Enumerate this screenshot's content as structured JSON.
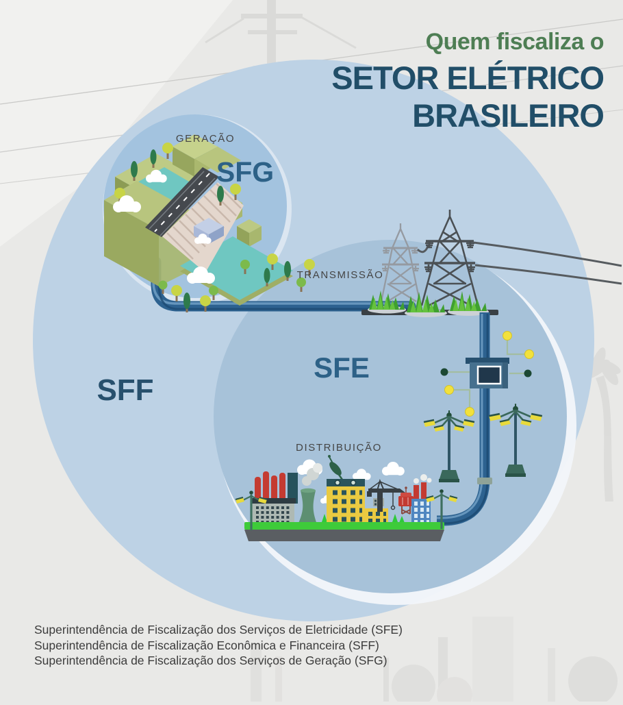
{
  "title": {
    "pre": "Quem fiscaliza o",
    "main_line1": "SETOR ELÉTRICO",
    "main_line2": "BRASILEIRO"
  },
  "diagram": {
    "generation": {
      "label": "GERAÇÃO",
      "org": "SFG"
    },
    "transmission": {
      "label": "TRANSMISSÃO",
      "org": "SFE"
    },
    "distribution": {
      "label": "DISTRIBUIÇÃO"
    },
    "economic_financial": {
      "org": "SFF"
    }
  },
  "legend": {
    "items": [
      "Superintendência de Fiscalização dos Serviços de Eletricidade (SFE)",
      "Superintendência de Fiscalização Econômica e Financeira (SFF)",
      "Superintendência de Fiscalização dos Serviços de Geração (SFG)"
    ]
  },
  "colors": {
    "background": "#e9e9e7",
    "sff_circle": "#bdd2e5",
    "sfe_circle": "#a7c2d9",
    "sfg_circle": "#a3c3df",
    "title_green": "#4e7e54",
    "title_blue": "#214e68",
    "org_label_blue": "#2d6187",
    "pipe_blue": "#2d6290",
    "grass_green": "#3fa02f",
    "city_green": "#3ecb3a",
    "lamp_yellow": "#e8da3d",
    "dot_yellow": "#f2e13c",
    "dot_dark_green": "#1c4833"
  }
}
